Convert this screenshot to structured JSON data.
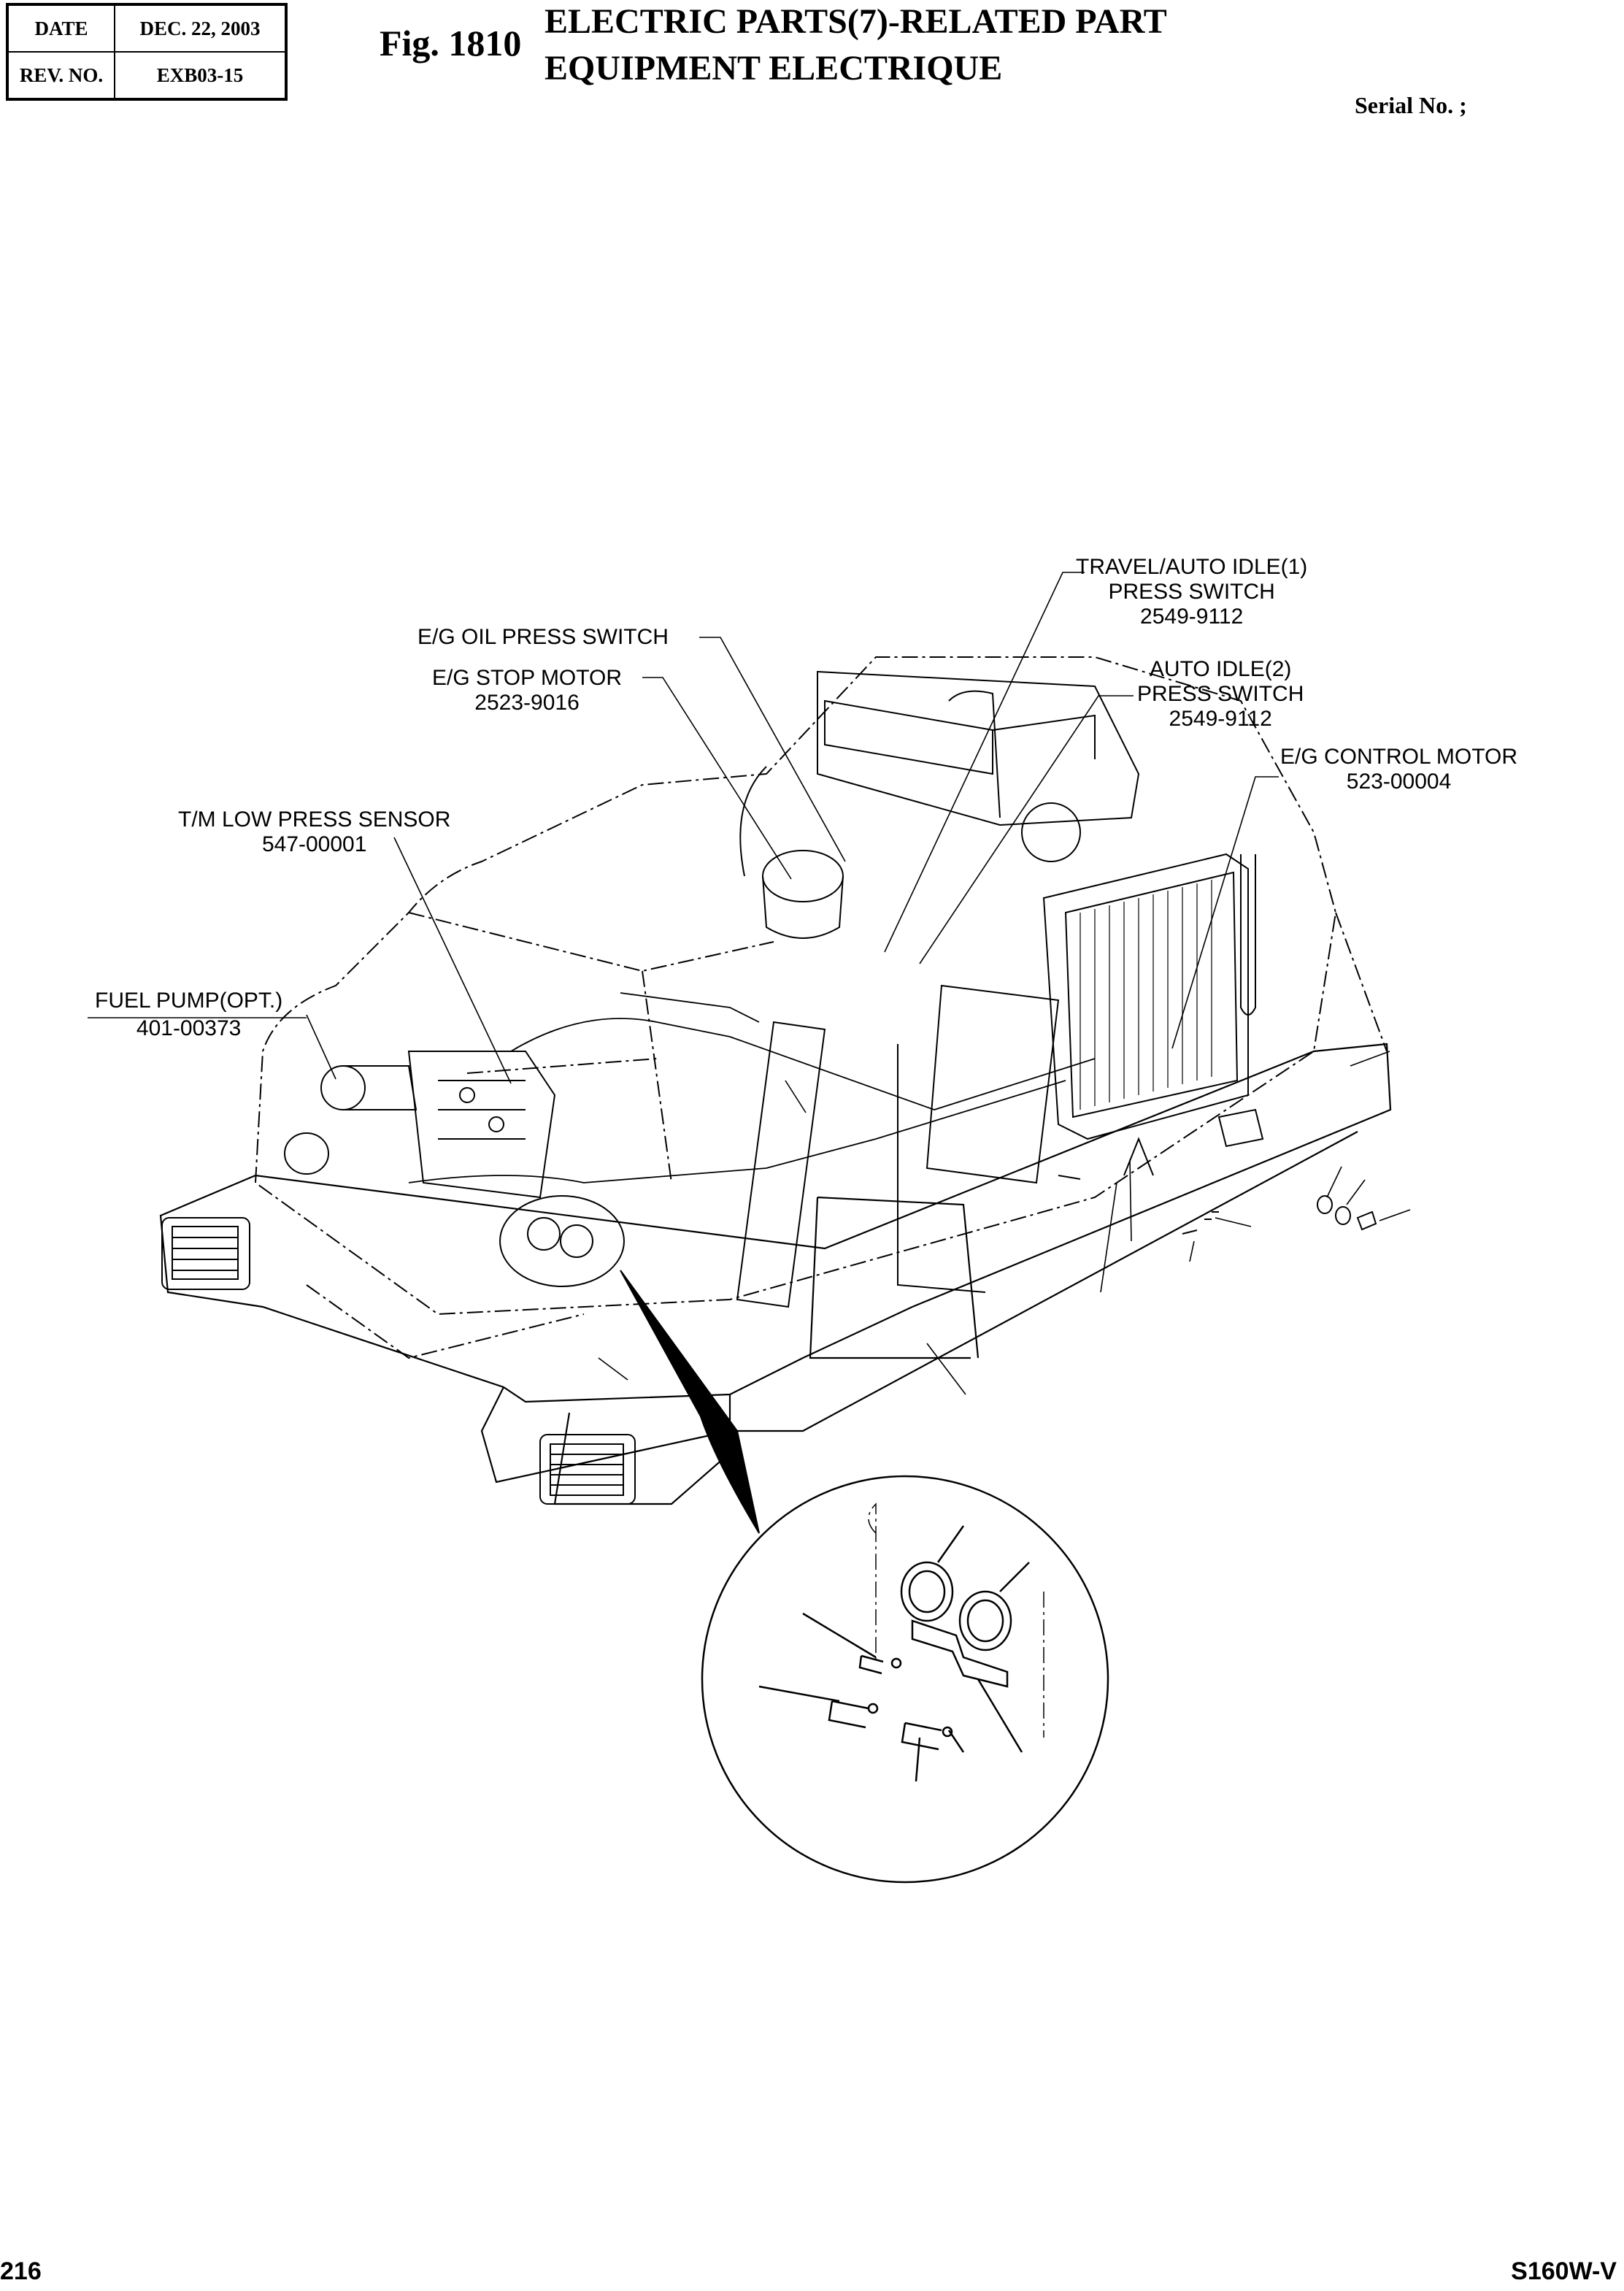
{
  "header": {
    "date_label": "DATE",
    "date_value": "DEC. 22, 2003",
    "rev_label": "REV. NO.",
    "rev_value": "EXB03-15"
  },
  "figure": {
    "number": "Fig. 1810",
    "title_en": "ELECTRIC PARTS(7)-RELATED PART",
    "title_fr": "EQUIPMENT ELECTRIQUE",
    "serial": "Serial No. ;"
  },
  "callouts": {
    "travel_auto_idle_1": {
      "line1": "TRAVEL/AUTO IDLE(1)",
      "line2": "PRESS SWITCH",
      "part": "2549-9112"
    },
    "eg_oil_press_switch": {
      "line1": "E/G OIL PRESS SWITCH"
    },
    "auto_idle_2": {
      "line1": "AUTO IDLE(2)",
      "line2": "PRESS SWITCH",
      "part": "2549-9112"
    },
    "eg_stop_motor": {
      "line1": "E/G STOP MOTOR",
      "part": "2523-9016"
    },
    "eg_control_motor": {
      "line1": "E/G CONTROL MOTOR",
      "part": "523-00004"
    },
    "tm_low_press_sensor": {
      "line1": "T/M LOW PRESS SENSOR",
      "part": "547-00001"
    },
    "fuel_pump": {
      "line1": "FUEL PUMP(OPT.)",
      "part": "401-00373"
    }
  },
  "footer": {
    "page": "216",
    "model": "S160W-V"
  }
}
